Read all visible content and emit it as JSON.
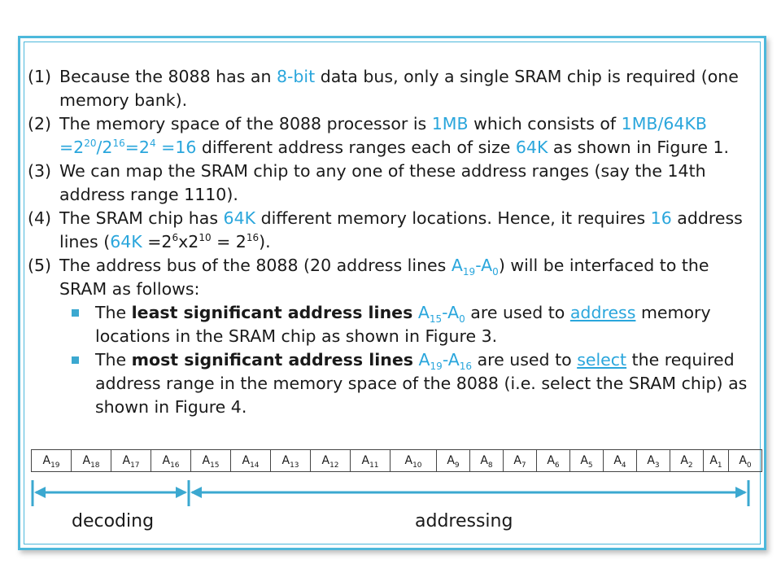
{
  "list": {
    "item1": {
      "num": "(1)",
      "t1": "Because the 8088 has an ",
      "h1": "8-bit",
      "t2": " data bus, only a single SRAM chip is required (one memory bank)."
    },
    "item2": {
      "num": "(2)",
      "t1": "The memory space of the 8088 processor is ",
      "h1": "1MB",
      "t2": " which consists of ",
      "h2": "1MB/64KB =2",
      "h2sup1": "20",
      "h2b": "/2",
      "h2sup2": "16",
      "h2c": "=2",
      "h2sup3": "4",
      "h2d": " =16",
      "t3": " different address ranges each of size ",
      "h3": "64K",
      "t4": " as shown in Figure 1."
    },
    "item3": {
      "num": "(3)",
      "t1": "We can map the SRAM chip to any one of these address ranges (say the 14th address range 1110)."
    },
    "item4": {
      "num": "(4)",
      "t1": "The SRAM chip has ",
      "h1": "64K",
      "t2": " different memory locations. Hence, it requires ",
      "h2": "16",
      "t3": " address lines (",
      "h3": "64K",
      "t4": " =2",
      "sup1": "6",
      "t5": "x2",
      "sup2": "10",
      "t6": " = 2",
      "sup3": "16",
      "t7": ")."
    },
    "item5": {
      "num": "(5)",
      "t1": "The address bus of the 8088 (20 address lines ",
      "h1": "A",
      "h1sub1": "19",
      "h1b": "-A",
      "h1sub2": "0",
      "t2": ") will be interfaced to the SRAM as follows:"
    },
    "bullet1": {
      "t1": "The ",
      "b1": "least significant address lines",
      "t2": " ",
      "h1": "A",
      "h1sub1": "15",
      "h1b": "-A",
      "h1sub2": "0",
      "t3": " are used to ",
      "u1": "address",
      "t4": " memory locations in the SRAM chip as shown in Figure 3."
    },
    "bullet2": {
      "t1": "The ",
      "b1": "most significant address lines",
      "t2": " ",
      "h1": "A",
      "h1sub1": "19",
      "h1b": "-A",
      "h1sub2": "16",
      "t3": " are used to ",
      "u1": "select",
      "t4": "  the required address range in the memory space of the 8088 (i.e. select the SRAM chip) as shown in Figure 4."
    }
  },
  "register": {
    "cells": [
      {
        "base": "A",
        "sub": "19"
      },
      {
        "base": "A",
        "sub": "18"
      },
      {
        "base": "A",
        "sub": "17"
      },
      {
        "base": "A",
        "sub": "16"
      },
      {
        "base": "A",
        "sub": "15"
      },
      {
        "base": "A",
        "sub": "14"
      },
      {
        "base": "A",
        "sub": "13"
      },
      {
        "base": "A",
        "sub": "12"
      },
      {
        "base": "A",
        "sub": "11"
      },
      {
        "base": "A",
        "sub": "10"
      },
      {
        "base": "A",
        "sub": "9"
      },
      {
        "base": "A",
        "sub": "8"
      },
      {
        "base": "A",
        "sub": "7"
      },
      {
        "base": "A",
        "sub": "6"
      },
      {
        "base": "A",
        "sub": "5"
      },
      {
        "base": "A",
        "sub": "4"
      },
      {
        "base": "A",
        "sub": "3"
      },
      {
        "base": "A",
        "sub": "2"
      },
      {
        "base": "A",
        "sub": "1"
      },
      {
        "base": "A",
        "sub": "0"
      }
    ]
  },
  "labels": {
    "decoding": "decoding",
    "addressing": "addressing"
  },
  "colors": {
    "accent": "#2aa6dc",
    "frame": "#4cb8db",
    "arrow": "#3ba8d0"
  }
}
